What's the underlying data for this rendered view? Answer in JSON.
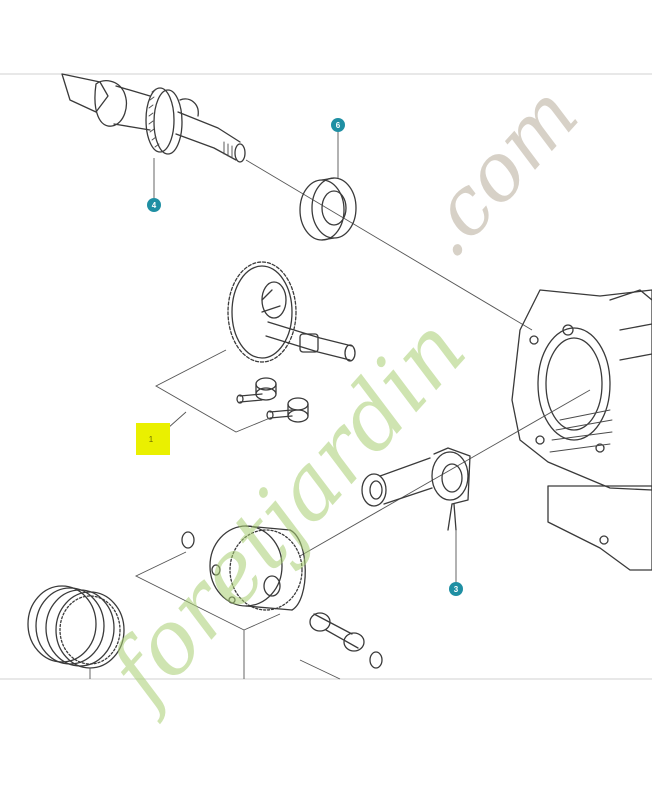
{
  "callouts": {
    "crankshaft": "4",
    "seal": "6",
    "connecting_rod": "3",
    "kit_marker": "1"
  },
  "colors": {
    "callout": "#1f8fa3",
    "kit_marker": "#eaf000",
    "watermark_green": "#a9cf73",
    "watermark_grey": "#bdb3a2"
  },
  "watermark": {
    "text_green": "foretjardin",
    "text_grey": ".com"
  },
  "icons": [
    "crankshaft",
    "oil-seal",
    "camshaft-gear",
    "valve-lifters",
    "connecting-rod",
    "cylinder-block",
    "piston",
    "piston-rings",
    "piston-pin",
    "circlips"
  ]
}
